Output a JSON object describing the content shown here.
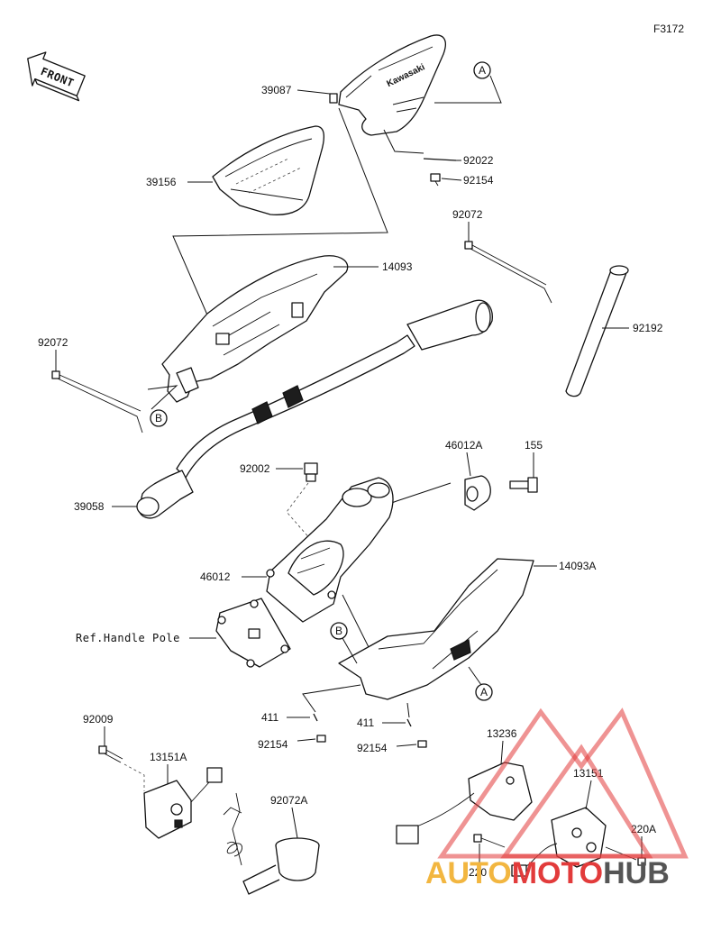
{
  "diagram": {
    "figure_code": "F3172",
    "direction_tag": "FRONT",
    "part_labels": {
      "p39087": "39087",
      "p39156": "39156",
      "p92022": "92022",
      "p92154_top": "92154",
      "p14093": "14093",
      "p92072_top": "92072",
      "p92072_left": "92072",
      "p92192": "92192",
      "p39058": "39058",
      "p92002": "92002",
      "p46012A": "46012A",
      "p155": "155",
      "p46012": "46012",
      "p14093A": "14093A",
      "ref_handle_pole": "Ref.Handle Pole",
      "p411_left": "411",
      "p411_right": "411",
      "p92154_left": "92154",
      "p92154_right": "92154",
      "p92009": "92009",
      "p13151A": "13151A",
      "p92072A": "92072A",
      "p13236": "13236",
      "p13151": "13151",
      "p220A": "220A",
      "p220": "220"
    },
    "callouts": {
      "a_top": "A",
      "a_mid": "A",
      "b_left": "B",
      "b_mid": "B"
    },
    "cover_logo_text": "Kawasaki"
  },
  "watermark": {
    "part1": "AUTO",
    "part2": "MOTO",
    "part3": "HUB",
    "colors": {
      "auto": "#f2b640",
      "moto": "#e23b3b",
      "hub": "#555555"
    }
  }
}
